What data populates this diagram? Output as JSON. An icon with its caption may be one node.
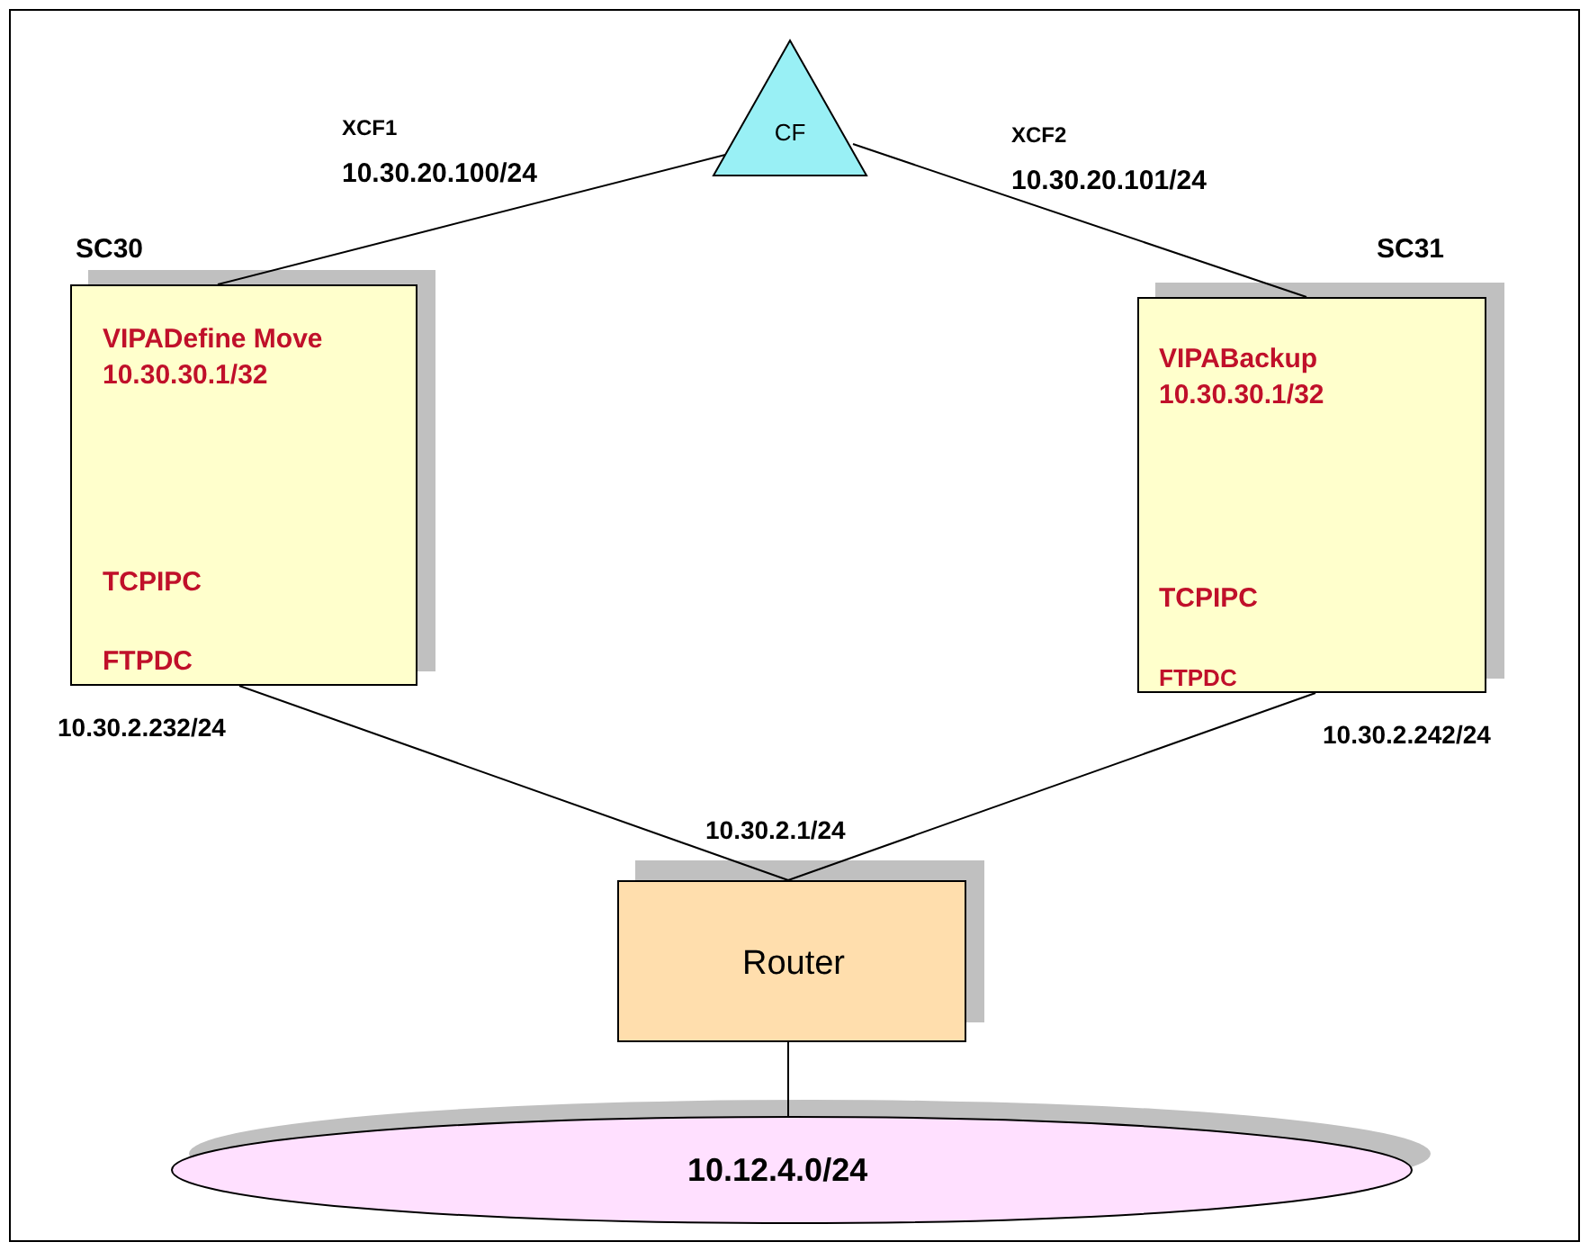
{
  "diagram": {
    "nodes": [
      {
        "text": [
          "CF"
        ]
      },
      {
        "text": [
          "SC30",
          "VIPADefine Move 10.30.30.1/32",
          "TCPIPC",
          "FTPDC"
        ]
      },
      {
        "text": [
          "SC31",
          "VIPABackup 10.30.30.1/32",
          "TCPIPC",
          "FTPDC"
        ]
      },
      {
        "text": [
          "Router"
        ]
      },
      {
        "text": [
          "10.12.4.0/24"
        ]
      }
    ],
    "edges": [
      {
        "from": 0,
        "to": 1,
        "arrow": "none"
      },
      {
        "from": 0,
        "to": 2,
        "arrow": "none"
      },
      {
        "from": 1,
        "to": 3,
        "arrow": "none"
      },
      {
        "from": 2,
        "to": 3,
        "arrow": "none"
      },
      {
        "from": 3,
        "to": 4,
        "arrow": "none"
      }
    ],
    "labels": [
      "XCF1",
      "10.30.20.100/24",
      "XCF2",
      "10.30.20.101/24",
      "10.30.2.232/24",
      "10.30.2.1/24",
      "10.30.2.242/24"
    ]
  }
}
